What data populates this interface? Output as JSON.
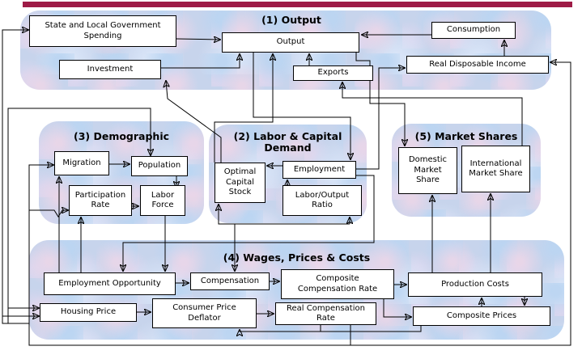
{
  "top_bar": {
    "color": "#9E1B46"
  },
  "blocks": {
    "output": {
      "title": "(1) Output"
    },
    "labor_capital": {
      "title": "(2) Labor & Capital\nDemand"
    },
    "demographic": {
      "title": "(3) Demographic"
    },
    "wages": {
      "title": "(4) Wages, Prices & Costs"
    },
    "market": {
      "title": "(5) Market Shares"
    }
  },
  "nodes": {
    "slgs": {
      "label": "State and Local Government\nSpending"
    },
    "output": {
      "label": "Output"
    },
    "investment": {
      "label": "Investment"
    },
    "consumption": {
      "label": "Consumption"
    },
    "exports": {
      "label": "Exports"
    },
    "rdi": {
      "label": "Real Disposable Income"
    },
    "migration": {
      "label": "Migration"
    },
    "population": {
      "label": "Population"
    },
    "participation_rate": {
      "label": "Participation\nRate"
    },
    "labor_force": {
      "label": "Labor\nForce"
    },
    "optimal_capital_stock": {
      "label": "Optimal\nCapital\nStock"
    },
    "employment": {
      "label": "Employment"
    },
    "labor_output_ratio": {
      "label": "Labor/Output\nRatio"
    },
    "domestic_market_share": {
      "label": "Domestic\nMarket\nShare"
    },
    "international_market_share": {
      "label": "International\nMarket Share"
    },
    "employment_opportunity": {
      "label": "Employment Opportunity"
    },
    "compensation": {
      "label": "Compensation"
    },
    "composite_compensation_rate": {
      "label": "Composite\nCompensation Rate"
    },
    "production_costs": {
      "label": "Production Costs"
    },
    "housing_price": {
      "label": "Housing Price"
    },
    "consumer_price_deflator": {
      "label": "Consumer Price\nDeflator"
    },
    "real_compensation_rate": {
      "label": "Real Compensation Rate"
    },
    "composite_prices": {
      "label": "Composite Prices"
    }
  }
}
